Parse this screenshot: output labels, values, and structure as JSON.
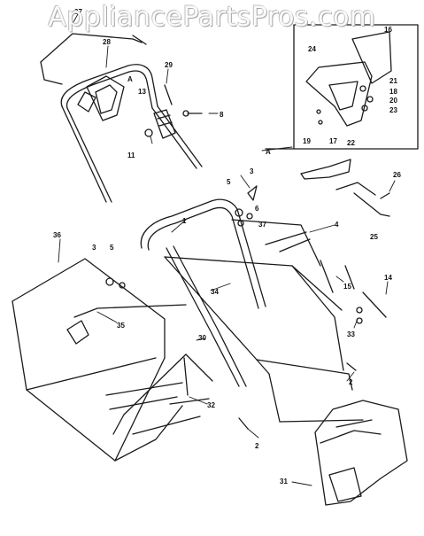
{
  "watermark": {
    "text": "AppliancePartsPros.com"
  },
  "inset_callout": "A",
  "parts": [
    "27",
    "28",
    "29",
    "A",
    "13",
    "8",
    "11",
    "16",
    "24",
    "21",
    "18",
    "20",
    "23",
    "19",
    "17",
    "22",
    "A",
    "3",
    "5",
    "6",
    "37",
    "4",
    "1",
    "26",
    "25",
    "36",
    "3",
    "5",
    "15",
    "14",
    "34",
    "35",
    "33",
    "30",
    "2",
    "32",
    "2",
    "31"
  ],
  "colors": {
    "ink": "#1a1a1a",
    "background": "#ffffff",
    "watermark": "#ffffff"
  }
}
